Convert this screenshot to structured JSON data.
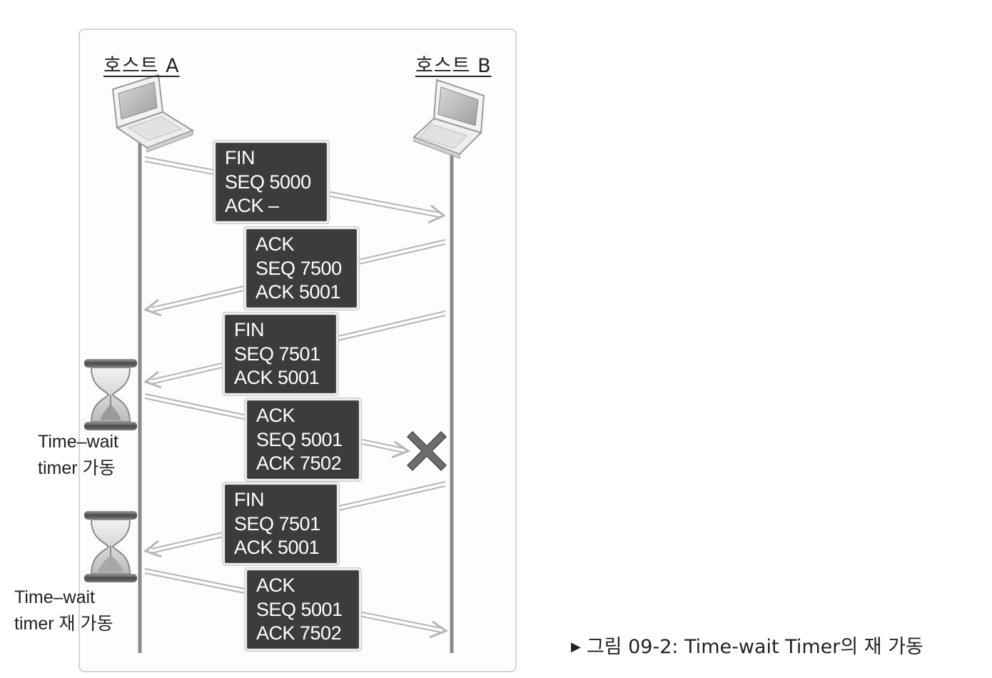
{
  "host_a": "호스트  A",
  "host_b": "호스트  B",
  "packets": [
    {
      "direction": "A-to-B",
      "lines": [
        "FIN",
        "SEQ 5000",
        "ACK   –"
      ]
    },
    {
      "direction": "B-to-A",
      "lines": [
        "ACK",
        "SEQ 7500",
        "ACK 5001"
      ]
    },
    {
      "direction": "B-to-A",
      "lines": [
        "FIN",
        "SEQ 7501",
        "ACK 5001"
      ]
    },
    {
      "direction": "A-to-B",
      "status": "lost",
      "lines": [
        "ACK",
        "SEQ 5001",
        "ACK 7502"
      ]
    },
    {
      "direction": "B-to-A",
      "lines": [
        "FIN",
        "SEQ 7501",
        "ACK 5001"
      ]
    },
    {
      "direction": "A-to-B",
      "lines": [
        "ACK",
        "SEQ 5001",
        "ACK 7502"
      ]
    }
  ],
  "timers": [
    {
      "line1": "Time–wait",
      "line2": "timer 가동"
    },
    {
      "line1": "Time–wait",
      "line2": "timer 재 가동"
    }
  ],
  "caption": "그림 09-2: Time-wait Timer의 재 가동",
  "icons": [
    "laptop-icon",
    "hourglass-icon",
    "x-mark-icon",
    "caption-triangle-icon"
  ],
  "colors": {
    "packet_bg": "#3c3c3c",
    "packet_text": "#ffffff",
    "lost_mark": "#6d6d6d",
    "timeline": "#8a8a8a"
  }
}
